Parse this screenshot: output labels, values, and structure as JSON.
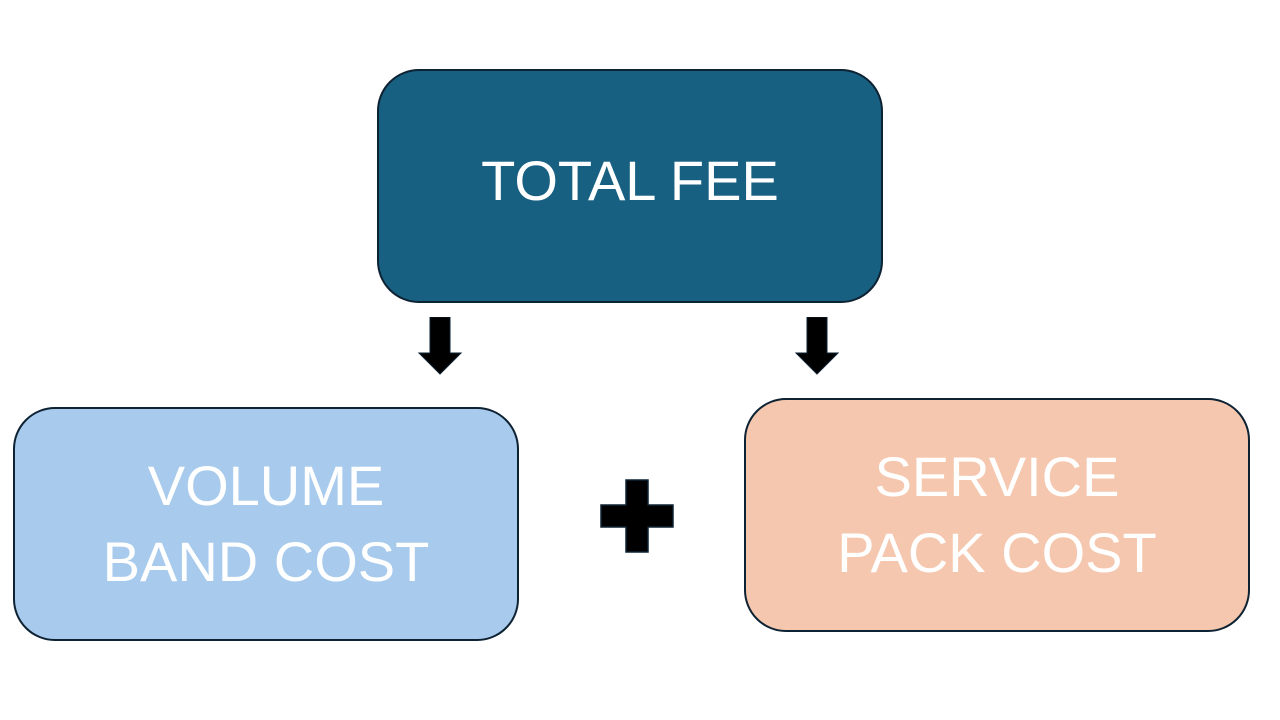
{
  "diagram": {
    "total": {
      "label": "TOTAL FEE",
      "color": "#186081"
    },
    "volume": {
      "line1": "VOLUME",
      "line2": "BAND COST",
      "color": "#a8caec"
    },
    "service": {
      "line1": "SERVICE",
      "line2": "PACK COST",
      "color": "#f5c7ae"
    },
    "border_color": "#0d2233",
    "operator": "plus-icon",
    "connectors": [
      "arrow-down-icon",
      "arrow-down-icon"
    ]
  }
}
